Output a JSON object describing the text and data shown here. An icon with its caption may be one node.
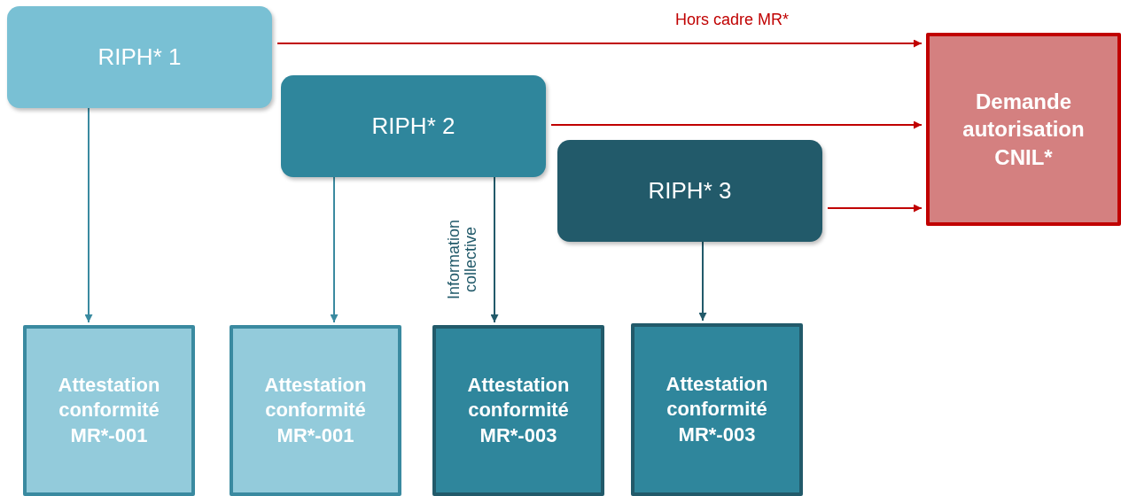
{
  "diagram": {
    "nodes": [
      {
        "text": [
          "RIPH* 1"
        ]
      },
      {
        "text": [
          "RIPH* 2"
        ]
      },
      {
        "text": [
          "RIPH* 3"
        ]
      },
      {
        "text": [
          "Demande autorisation CNIL*"
        ]
      },
      {
        "text": [
          "Attestation conformité MR*-001"
        ]
      },
      {
        "text": [
          "Attestation conformité MR*-001"
        ]
      },
      {
        "text": [
          "Attestation conformité MR*-003"
        ]
      },
      {
        "text": [
          "Attestation conformité MR*-003"
        ]
      }
    ],
    "edges": [
      {
        "from": 0,
        "to": 3,
        "arrow": "to",
        "label": "Hors cadre MR*",
        "color": "#c00000"
      },
      {
        "from": 1,
        "to": 3,
        "arrow": "to",
        "color": "#c00000"
      },
      {
        "from": 2,
        "to": 3,
        "arrow": "to",
        "color": "#c00000"
      },
      {
        "from": 0,
        "to": 4,
        "arrow": "to",
        "color": "#3a8aa0"
      },
      {
        "from": 1,
        "to": 5,
        "arrow": "to",
        "color": "#3a8aa0"
      },
      {
        "from": 1,
        "to": 6,
        "arrow": "to",
        "label": "Information collective",
        "color": "#225a6a"
      },
      {
        "from": 2,
        "to": 7,
        "arrow": "to",
        "color": "#225a6a"
      }
    ]
  }
}
